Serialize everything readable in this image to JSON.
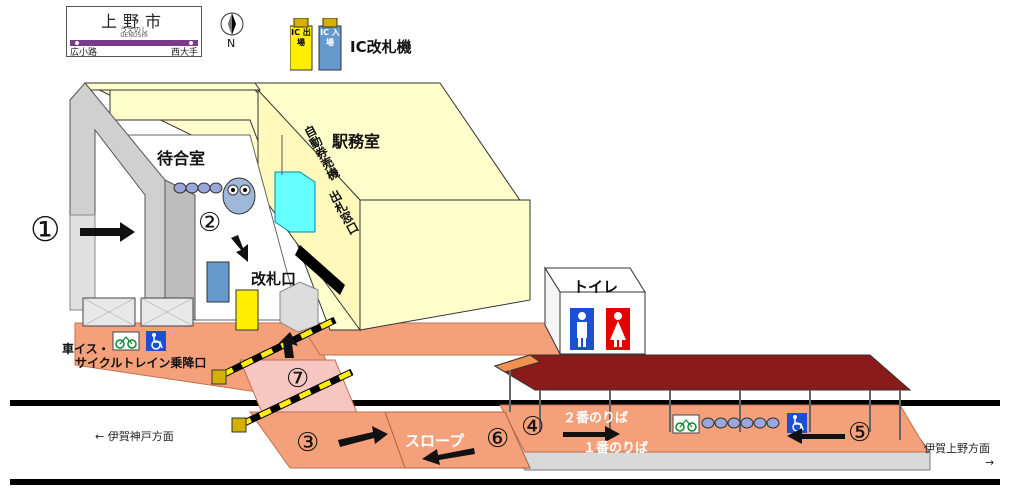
{
  "station_sign": {
    "name": "上野市",
    "kana": "うえのし",
    "romaji": "UENOSHI",
    "prev_station": "広小路",
    "next_station": "西大手",
    "line_color": "#7a3c8a"
  },
  "compass": {
    "label": "N"
  },
  "legend": {
    "machine_exit_label": "IC 出場",
    "machine_entry_label": "IC 入場",
    "text": "IC改札機"
  },
  "labels": {
    "waiting_room": "待合室",
    "station_office": "駅務室",
    "ticket_machine": "自動券売機",
    "ticket_window": "出札窓口",
    "ticket_gate": "改札口",
    "toilet": "トイレ",
    "wheelchair_boarding_line1": "車イス・",
    "wheelchair_boarding_line2": "サイクルトレイン乗降口",
    "slope": "スロープ",
    "platform2": "２番のりば",
    "platform1": "１番のりば",
    "dir_left": "← 伊賀神戸方面",
    "dir_right": "伊賀上野方面",
    "dir_right_arrow": "→"
  },
  "numbers": {
    "n1": "①",
    "n2": "②",
    "n3": "③",
    "n4": "④",
    "n5": "⑤",
    "n6": "⑥",
    "n7": "⑦"
  },
  "colors": {
    "wall_yellow": "#ffffcc",
    "floor_salmon": "#f4a07a",
    "roof_maroon": "#8b1a1a",
    "ic_exit": "#ffee00",
    "ic_entry": "#6699cc",
    "wheelchair_blue": "#1a4fd6",
    "toilet_red": "#e60000"
  },
  "icons": [
    "compass-icon",
    "ic-gate-icon",
    "wheelchair-icon",
    "bicycle-icon",
    "seat-icon",
    "male-toilet-icon",
    "female-toilet-icon",
    "mascot-owl-icon",
    "arrow-icon"
  ]
}
